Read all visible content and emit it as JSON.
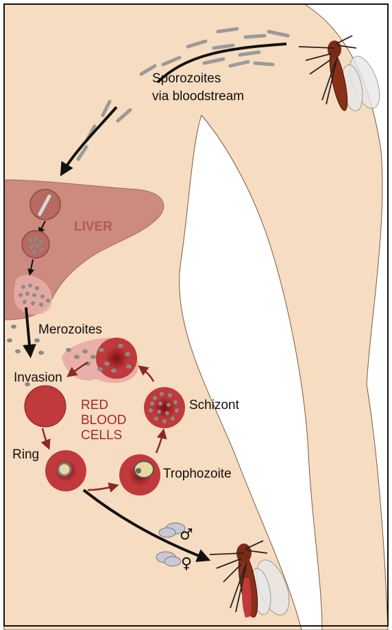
{
  "labels": {
    "sporozoites_line1": "Sporozoites",
    "sporozoites_line2": "via bloodstream",
    "liver": "LIVER",
    "merozoites": "Merozoites",
    "invasion": "Invasion",
    "rbc_line1": "RED",
    "rbc_line2": "BLOOD",
    "rbc_line3": "CELLS",
    "schizont": "Schizont",
    "ring": "Ring",
    "trophozoite": "Trophozoite",
    "male_symbol": "♂",
    "female_symbol": "♀"
  },
  "colors": {
    "skin": "#f6dcc0",
    "liver": "#cc8a80",
    "cell": "#c0393b",
    "arrow": "#111111",
    "cycle_arrow": "#8a2a24"
  }
}
